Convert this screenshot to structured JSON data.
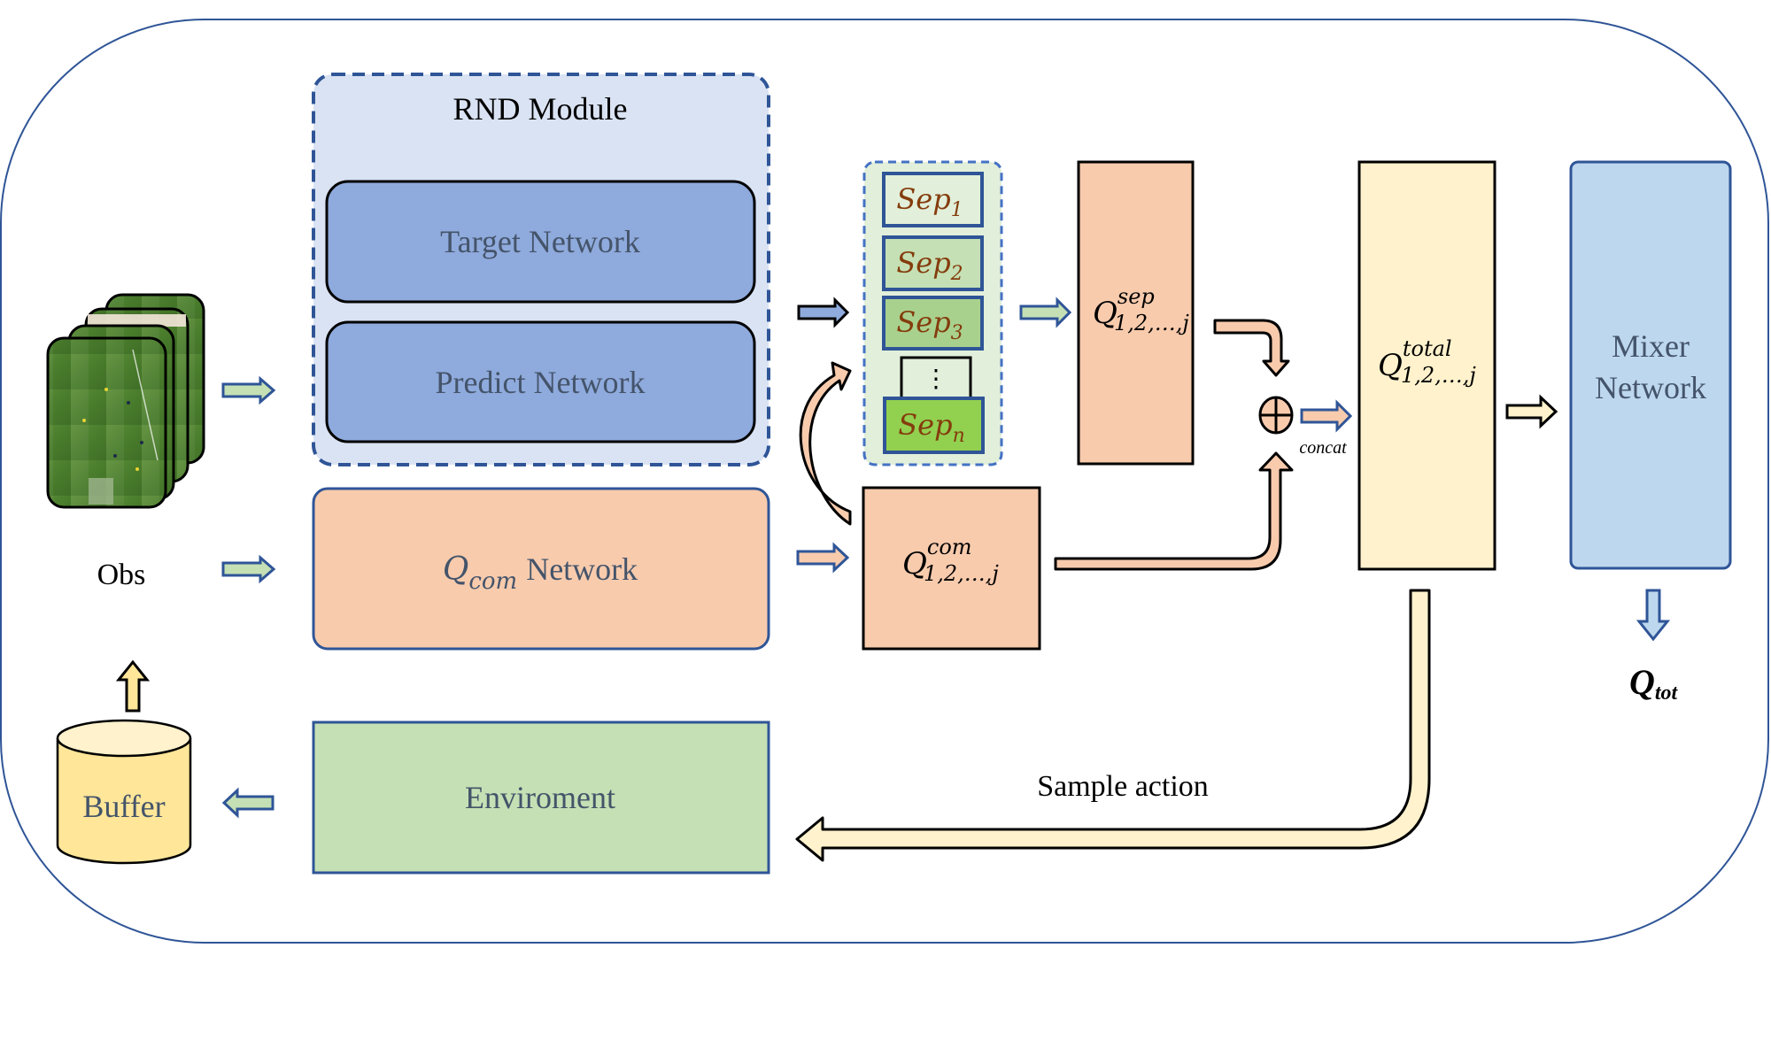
{
  "diagram": {
    "colors": {
      "frame": "#2f5597",
      "rnd_fill": "#dae3f3",
      "network_blue": "#8faadc",
      "peach": "#f8cbad",
      "sep_container": "#e2efda",
      "sep1": "#e2efda",
      "sep2": "#c5e0b4",
      "sep3": "#a9d18e",
      "sepn": "#92d050",
      "cream": "#fff2cc",
      "mixer": "#bdd7ee",
      "environment": "#c5e0b4",
      "buffer": "#ffe699",
      "sep_text": "#843c0c",
      "label_text": "#44546a"
    },
    "obs": {
      "label": "Obs",
      "frames": 4
    },
    "rnd_module": {
      "title": "RND Module",
      "target_network": "Target Network",
      "predict_network": "Predict Network"
    },
    "qcom_network": {
      "q": "Q",
      "sub": "com",
      "suffix": "Network"
    },
    "sep_stack": {
      "items": [
        {
          "base": "Sep",
          "sub": "1"
        },
        {
          "base": "Sep",
          "sub": "2"
        },
        {
          "base": "Sep",
          "sub": "3"
        },
        {
          "base": "Sep",
          "sub": "n"
        }
      ],
      "ellipsis": "⋮"
    },
    "q_sep": {
      "q": "Q",
      "sup": "sep",
      "sub": "1,2,…,j"
    },
    "q_com": {
      "q": "Q",
      "sup": "com",
      "sub": "1,2,…,j"
    },
    "q_total": {
      "q": "Q",
      "sup": "total",
      "sub": "1,2,…,j"
    },
    "concat": {
      "symbol": "⊕",
      "label": "concat"
    },
    "mixer": {
      "line1": "Mixer",
      "line2": "Network"
    },
    "q_tot": {
      "q": "Q",
      "sub": "tot"
    },
    "environment": {
      "label": "Enviroment"
    },
    "buffer": {
      "label": "Buffer"
    },
    "sample_action": {
      "label": "Sample action"
    }
  }
}
